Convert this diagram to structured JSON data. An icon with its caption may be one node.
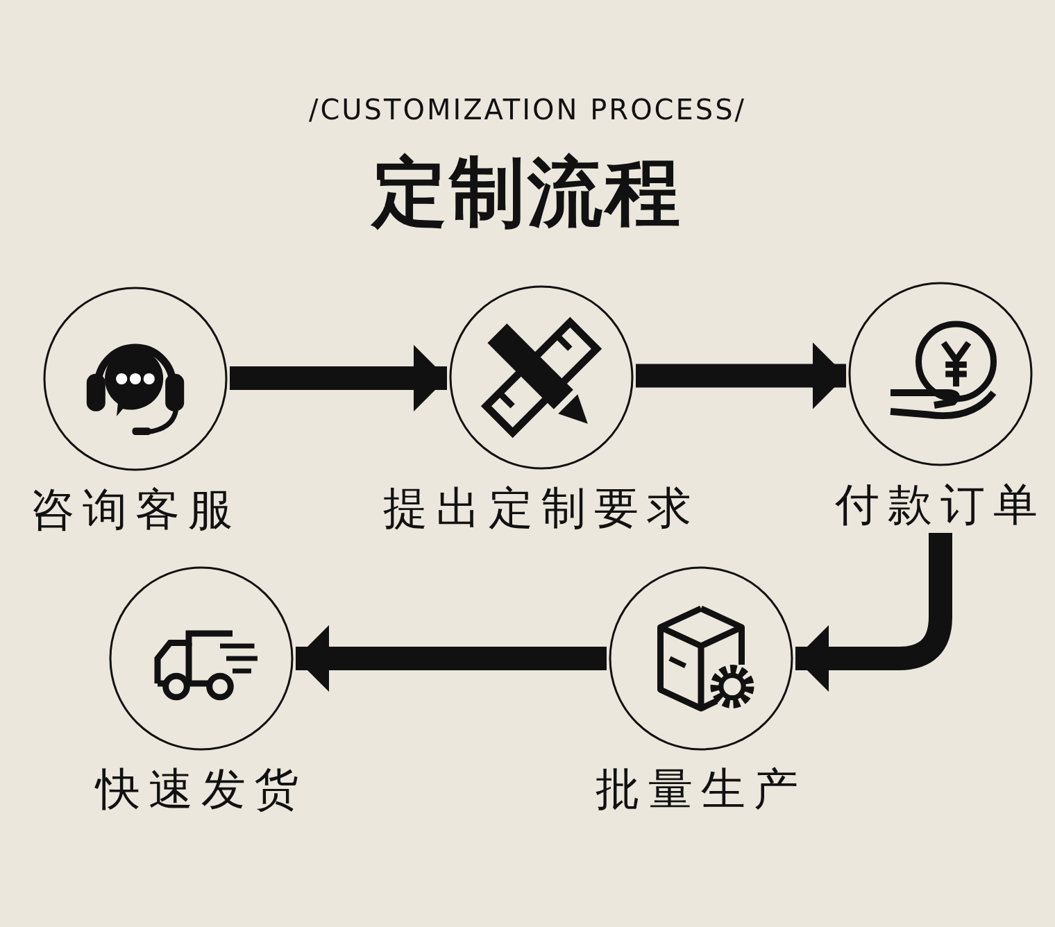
{
  "diagram": {
    "title": "定制流程",
    "labels": [
      "/CUSTOMIZATION PROCESS/"
    ],
    "nodes": [
      {
        "text": [
          "咨询客服"
        ]
      },
      {
        "text": [
          "提出定制要求"
        ]
      },
      {
        "text": [
          "付款订单"
        ]
      },
      {
        "text": [
          "快速发货"
        ]
      },
      {
        "text": [
          "批量生产"
        ]
      }
    ],
    "edges": [
      {
        "from": 0,
        "to": 1,
        "arrow": "to"
      },
      {
        "from": 1,
        "to": 2,
        "arrow": "to"
      },
      {
        "from": 2,
        "to": 4,
        "arrow": "to"
      },
      {
        "from": 4,
        "to": 3,
        "arrow": "to"
      }
    ]
  }
}
